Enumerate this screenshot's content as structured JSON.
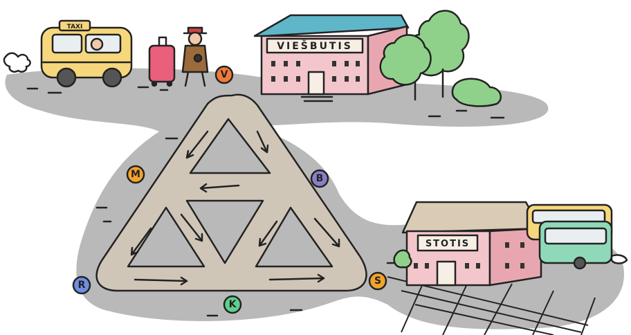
{
  "taxi_sign": "TAXI",
  "hotel_sign": "VIEŠBUTIS",
  "station_sign": "STOTIS",
  "points": [
    {
      "label": "V",
      "color": "#f07a3a"
    },
    {
      "label": "M",
      "color": "#f3a32c"
    },
    {
      "label": "B",
      "color": "#8a7fc7"
    },
    {
      "label": "R",
      "color": "#6f8fe0"
    },
    {
      "label": "K",
      "color": "#5fcf8e"
    },
    {
      "label": "S",
      "color": "#f3a32c"
    }
  ]
}
